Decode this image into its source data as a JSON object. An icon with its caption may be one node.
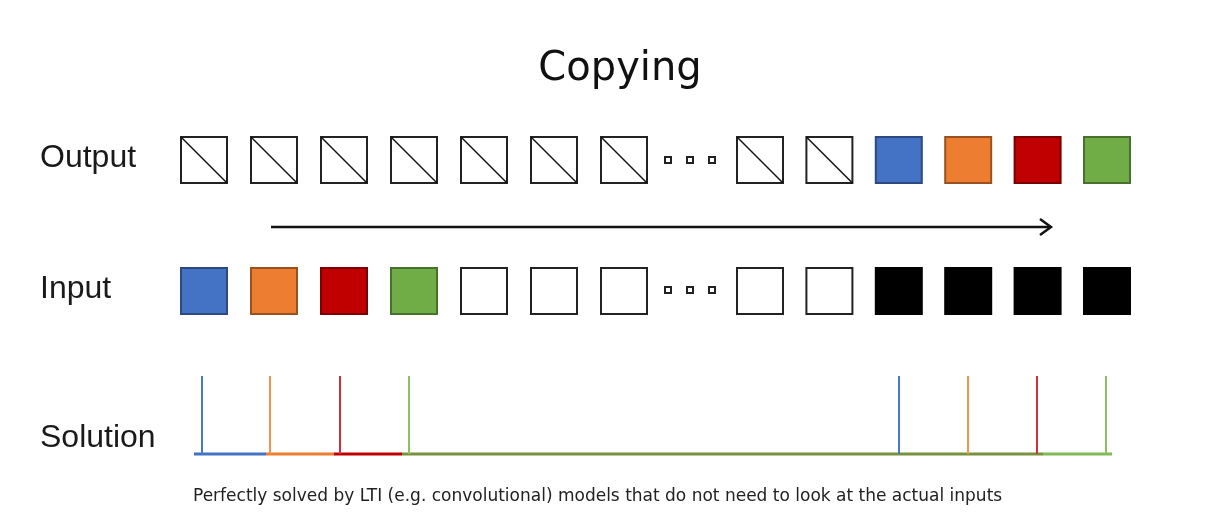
{
  "diagram": {
    "title": "Copying",
    "labels": [
      "Output",
      "Input",
      "Solution"
    ],
    "caption": "Perfectly solved by LTI (e.g. convolutional) models that do not need to look at the actual inputs"
  }
}
